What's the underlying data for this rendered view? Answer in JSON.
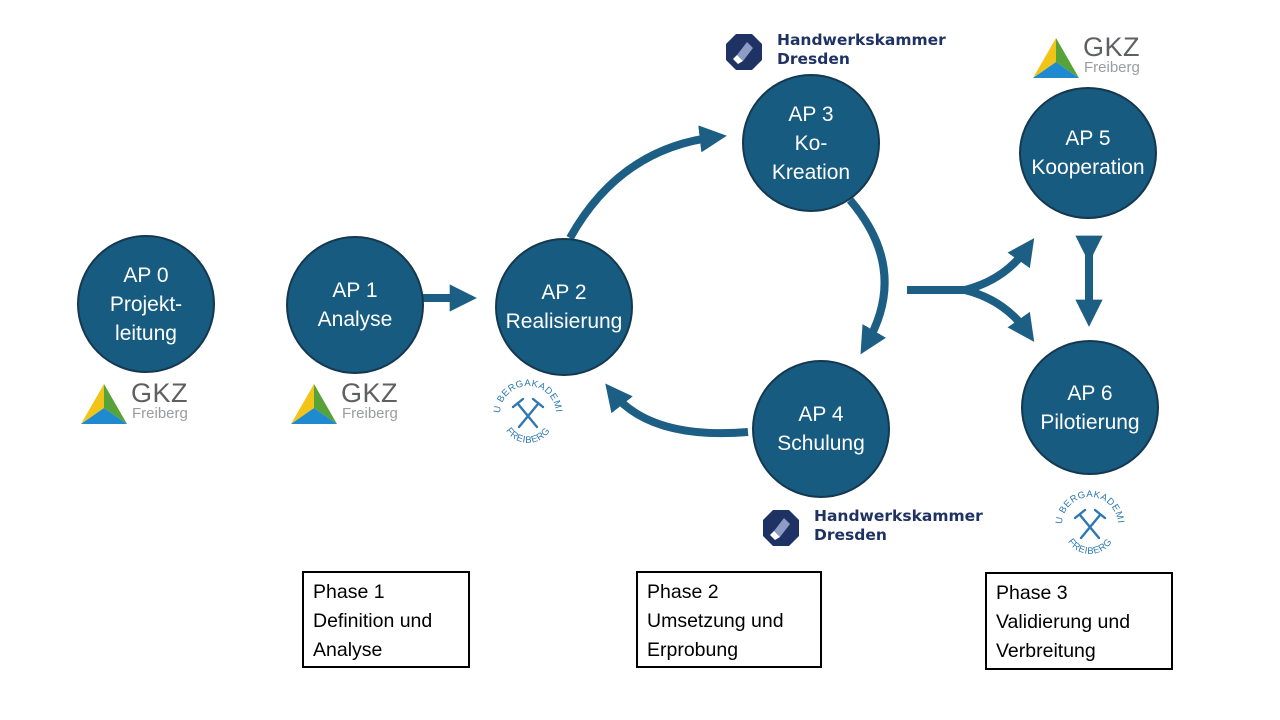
{
  "colors": {
    "node_fill": "#175b80",
    "node_border": "#14384f",
    "arrow": "#1d5f84",
    "phase_border": "#000000",
    "gkz_triangle_yellow": "#f2c417",
    "gkz_triangle_green": "#58a23a",
    "gkz_triangle_blue": "#1f8ad0",
    "hwk_blue": "#1e3263",
    "tu_seal_blue": "#2d78b2"
  },
  "nodes": [
    {
      "id": "ap0",
      "lines": [
        "AP 0",
        "Projekt-",
        "leitung"
      ]
    },
    {
      "id": "ap1",
      "lines": [
        "AP 1",
        "Analyse"
      ]
    },
    {
      "id": "ap2",
      "lines": [
        "AP 2",
        "Realisierung"
      ]
    },
    {
      "id": "ap3",
      "lines": [
        "AP 3",
        "Ko-",
        "Kreation"
      ]
    },
    {
      "id": "ap4",
      "lines": [
        "AP 4",
        "Schulung"
      ]
    },
    {
      "id": "ap5",
      "lines": [
        "AP 5",
        "Kooperation"
      ]
    },
    {
      "id": "ap6",
      "lines": [
        "AP 6",
        "Pilotierung"
      ]
    }
  ],
  "phases": [
    {
      "lines": [
        "Phase 1",
        "Definition und",
        "Analyse"
      ]
    },
    {
      "lines": [
        "Phase 2",
        "Umsetzung und",
        "Erprobung"
      ]
    },
    {
      "lines": [
        "Phase 3",
        "Validierung und",
        "Verbreitung"
      ]
    }
  ],
  "logos": {
    "gkz": {
      "title": "GKZ",
      "subtitle": "Freiberg"
    },
    "hwk": {
      "name": "Handwerkskammer",
      "city": "Dresden"
    },
    "tu": {
      "top_text": "TU BERGAKADEMIE",
      "bottom_text": "FREIBERG"
    }
  }
}
